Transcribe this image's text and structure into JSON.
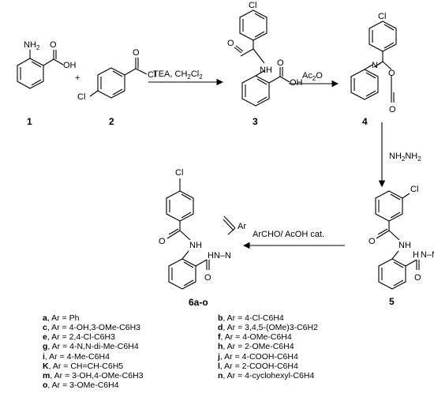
{
  "compounds": {
    "c1": "1",
    "c2": "2",
    "c3": "3",
    "c4": "4",
    "c5": "5",
    "c6": "6a-o"
  },
  "atoms": {
    "nh2": "NH",
    "nh2_sub": "2",
    "oh": "OH",
    "cl": "Cl",
    "o": "O",
    "n": "N",
    "nh": "NH",
    "nnh2": "N",
    "h": "H",
    "hn": "HN",
    "ar": "Ar"
  },
  "plus": "+",
  "reagents": {
    "r1": "TEA, CH",
    "r1_sub1": "2",
    "r1_mid": "Cl",
    "r1_sub2": "2",
    "r2": "Ac",
    "r2_sub": "2",
    "r2_end": "O",
    "r3": "NH",
    "r3_sub1": "2",
    "r3_mid": "NH",
    "r3_sub2": "2",
    "r4": "ArCHO/ AcOH cat."
  },
  "substituents": [
    {
      "key": "a",
      "text": ", Ar = Ph"
    },
    {
      "key": "b",
      "text": ", Ar = 4-Cl-C6H4"
    },
    {
      "key": "c",
      "text": ", Ar = 4-OH,3-OMe-C6H3"
    },
    {
      "key": "d",
      "text": ", Ar = 3,4,5-(OMe)3-C6H2"
    },
    {
      "key": "e",
      "text": ", Ar = 2,4-Cl-C6H3"
    },
    {
      "key": "f",
      "text": ", Ar = 4-OMe-C6H4"
    },
    {
      "key": "g",
      "text": ", Ar = 4-N,N-di-Me-C6H4"
    },
    {
      "key": "h",
      "text": ", Ar = 2-OMe-C6H4"
    },
    {
      "key": "i",
      "text": ", Ar = 4-Me-C6H4"
    },
    {
      "key": "j",
      "text": ", Ar = 4-COOH-C6H4"
    },
    {
      "key": "K",
      "text": ", Ar = CH=CH-C6H5"
    },
    {
      "key": "l",
      "text": ", Ar = 2-COOH-C6H4"
    },
    {
      "key": "m",
      "text": ", Ar = 3-OH,4-OMe-C6H3"
    },
    {
      "key": "n",
      "text": ", Ar = 4-cyclohexyl-C6H4"
    },
    {
      "key": "o",
      "text": ", Ar = 3-OMe-C6H4"
    }
  ]
}
